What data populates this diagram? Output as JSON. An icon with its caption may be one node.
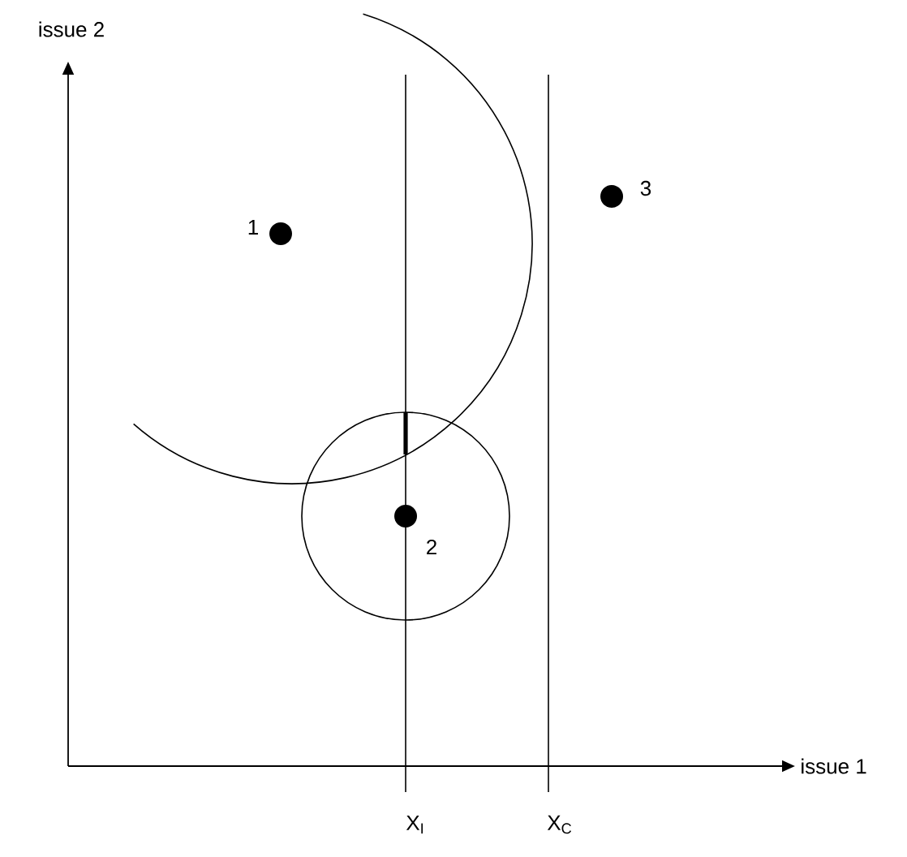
{
  "diagram": {
    "labels": [
      "issue 2",
      "3",
      "1",
      "2",
      "issue 1",
      "X$_{I}$",
      "X$_{C}$"
    ]
  }
}
